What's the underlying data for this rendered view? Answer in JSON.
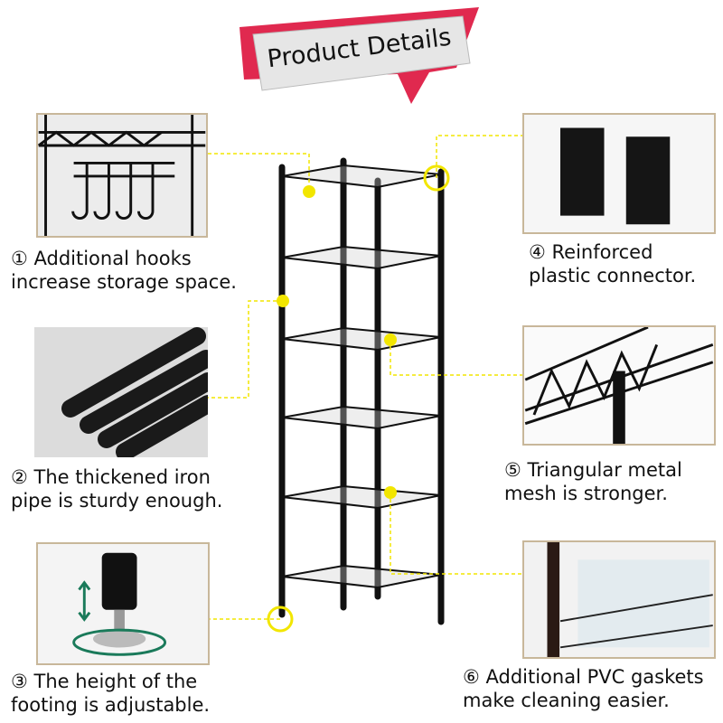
{
  "banner": {
    "title": "Product Details",
    "accent": "#e0294f"
  },
  "features": [
    {
      "line1": "① Additional hooks",
      "line2": "increase storage space."
    },
    {
      "line1": "② The thickened iron",
      "line2": "pipe is sturdy enough."
    },
    {
      "line1": "③ The height of the",
      "line2": "footing is adjustable."
    },
    {
      "line1": "④ Reinforced",
      "line2": "plastic connector."
    },
    {
      "line1": "⑤ Triangular metal",
      "line2": "mesh is stronger."
    },
    {
      "line1": "⑥ Additional PVC gaskets",
      "line2": "make cleaning easier."
    }
  ],
  "colors": {
    "highlight": "#f2e600",
    "frame": "#c8b79a"
  }
}
